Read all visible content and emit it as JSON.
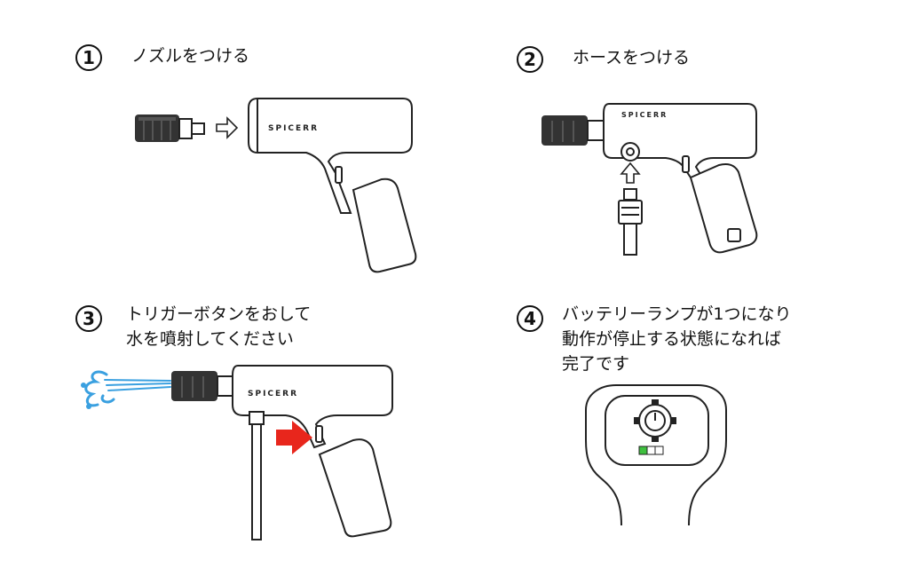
{
  "steps": [
    {
      "number": "1",
      "lines": [
        "ノズルをつける"
      ]
    },
    {
      "number": "2",
      "lines": [
        "ホースをつける"
      ]
    },
    {
      "number": "3",
      "lines": [
        "トリガーボタンをおして",
        "水を噴射してください"
      ]
    },
    {
      "number": "4",
      "lines": [
        "バッテリーランプが1つになり",
        "動作が停止する状態になれば",
        "完了です"
      ]
    }
  ],
  "product": {
    "brand": "SPICERR"
  },
  "colors": {
    "outline": "#222222",
    "nozzle": "#333333",
    "water": "#3aa0e0",
    "press_arrow": "#e8261c",
    "battery_on": "#3ec03e"
  },
  "icons": [
    "right-arrow-icon",
    "up-arrow-icon",
    "press-arrow-icon",
    "water-spray-icon",
    "power-button-icon",
    "battery-indicator-icon"
  ]
}
